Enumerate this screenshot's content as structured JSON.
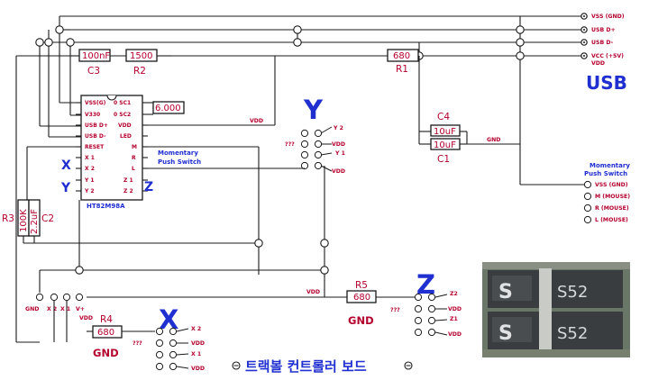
{
  "usb": {
    "title": "USB",
    "pins": [
      "VSS (GND)",
      "USB D+",
      "USB D-",
      "VCC (+5V)"
    ],
    "vdd": "VDD"
  },
  "ic": {
    "name": "HT82M98A",
    "left_pins": [
      "VSS(G)",
      "V330",
      "USB D+",
      "USB D-",
      "RESET",
      "X 1",
      "X 2",
      "Y 1",
      "Y 2"
    ],
    "right_pins": [
      "0 SC1",
      "0 SC2",
      "VDD",
      "LED",
      "M",
      "R",
      "L",
      "Z 1",
      "Z 2"
    ],
    "crystal": "6.000"
  },
  "components": {
    "c3": {
      "ref": "C3",
      "value": "100nF"
    },
    "r2": {
      "ref": "R2",
      "value": "1500"
    },
    "r1": {
      "ref": "R1",
      "value": "680"
    },
    "c4": {
      "ref": "C4",
      "value": "10uF"
    },
    "c1": {
      "ref": "C1",
      "value": "10uF"
    },
    "r3": {
      "ref": "R3",
      "value": "100K"
    },
    "c2": {
      "ref": "C2",
      "value": "2.2uF"
    },
    "r4": {
      "ref": "R4",
      "value": "680"
    },
    "r5": {
      "ref": "R5",
      "value": "680"
    }
  },
  "axes": {
    "x": "X",
    "y": "Y",
    "z": "Z"
  },
  "side_labels": {
    "x": "X",
    "y": "Y",
    "z": "Z"
  },
  "switch_label": [
    "Momentary",
    "Push Switch"
  ],
  "right_switch": {
    "label": [
      "Momentary",
      "Push Switch"
    ],
    "pins": [
      "VSS (GND)",
      "M (MOUSE)",
      "R (MOUSE)",
      "L (MOUSE)"
    ]
  },
  "y_connector": {
    "pins": [
      "Y 2",
      "VDD",
      "Y 1",
      "VDD"
    ],
    "unknown": "???"
  },
  "x_connector": {
    "pins": [
      "X 2",
      "VDD",
      "X 1",
      "VDD"
    ],
    "unknown": "???"
  },
  "z_connector": {
    "pins": [
      "Z2",
      "VDD",
      "Z1",
      "VDD"
    ],
    "unknown": "???"
  },
  "bottom_header": [
    "GND",
    "X 2",
    "X 1",
    "V+",
    "VDD"
  ],
  "net_labels": {
    "vdd_top": "VDD",
    "gnd": "GND",
    "vdd_mid": "VDD",
    "gnd_x": "GND",
    "gnd_z": "GND"
  },
  "footer": "트랙볼 컨트롤러 보드",
  "photo": {
    "part_marks": [
      "S52",
      "S52"
    ]
  }
}
